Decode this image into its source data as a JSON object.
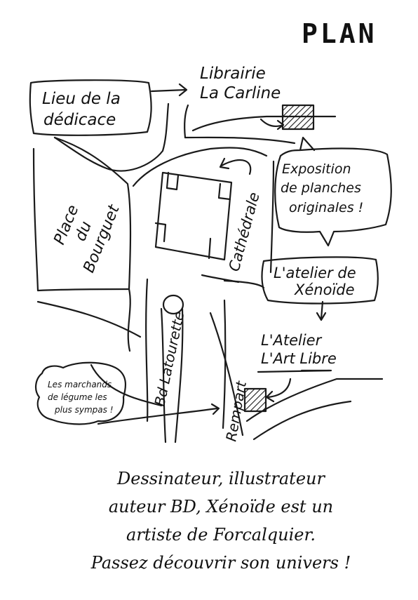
{
  "title": "PLAN",
  "labels": {
    "lieu_line1": "Lieu de la",
    "lieu_line2": "dédicace",
    "librairie_line1": "Librairie",
    "librairie_line2": "La Carline",
    "expo_line1": "Exposition",
    "expo_line2": "de planches",
    "expo_line3": "originales !",
    "place_line1": "Place",
    "place_line2": "du",
    "place_line3": "Bourguet",
    "cathedrale": "Cathédrale",
    "atelier_line1": "L'atelier de",
    "atelier_line2": "Xénoïde",
    "artlibre_line1": "L'Atelier",
    "artlibre_line2": "L'Art Libre",
    "bd": "Bd Latourette",
    "rempart": "Rempart",
    "marchands_line1": "Les marchands",
    "marchands_line2": "de légume les",
    "marchands_line3": "plus sympas !"
  },
  "caption": {
    "line1": "Dessinateur, illustrateur",
    "line2": "auteur BD, Xénoïde est un",
    "line3": "artiste de Forcalquier.",
    "line4": "Passez découvrir son univers !"
  }
}
